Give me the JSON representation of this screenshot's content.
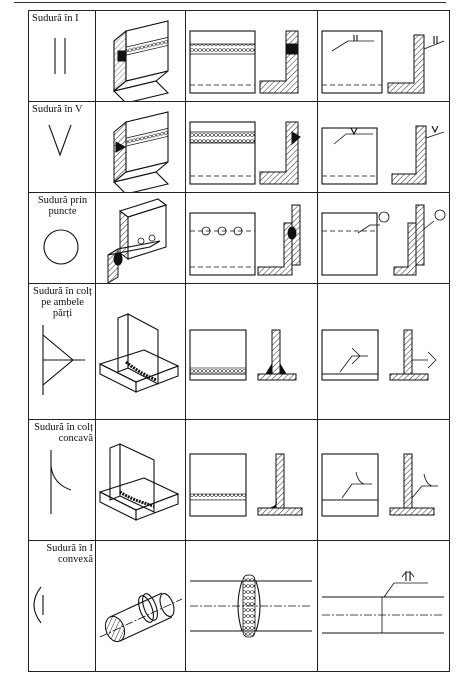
{
  "rows": [
    {
      "label": "Sudură în I"
    },
    {
      "label": "Sudură în V"
    },
    {
      "label": "Sudură prin puncte"
    },
    {
      "label": "Sudură în colț pe ambele părți"
    },
    {
      "label": "Sudură în colț concavă"
    },
    {
      "label": "Sudură în I convexă"
    }
  ]
}
